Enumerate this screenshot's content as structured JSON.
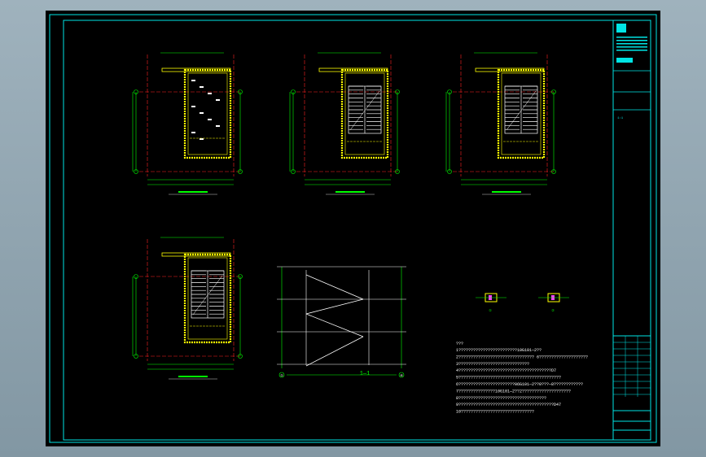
{
  "colors": {
    "background": "#000000",
    "frame": "#00e5e5",
    "wall": "#ffff00",
    "axis": "#ff2020",
    "dimension": "#00ff00",
    "stair": "#ffffff",
    "text": "#ffffff",
    "note_text": "#ffffff"
  },
  "sheet": {
    "section_title": "1—1",
    "grid_labels": [
      "①",
      "④"
    ],
    "detail_labels": [
      "①",
      "②"
    ],
    "notes_header": "???",
    "notes": [
      "1????????????????????????10G101—2??",
      "2???????????????????????????????   6????????????????????",
      "3?????????????????????????????",
      "4??????????????????????????????????????D7",
      "5??????????????????????????????????????????",
      "6???????????????????????06G101—2??0???—8????????????",
      "7???????????????10G101—2??2????????????????????",
      "8????????????????????????????????????",
      "9???????????????????????????????????????D47",
      "10??????????????????????????????"
    ],
    "title_block": {
      "logo_icon": "company-logo-icon",
      "scale_label": "1:1"
    }
  }
}
